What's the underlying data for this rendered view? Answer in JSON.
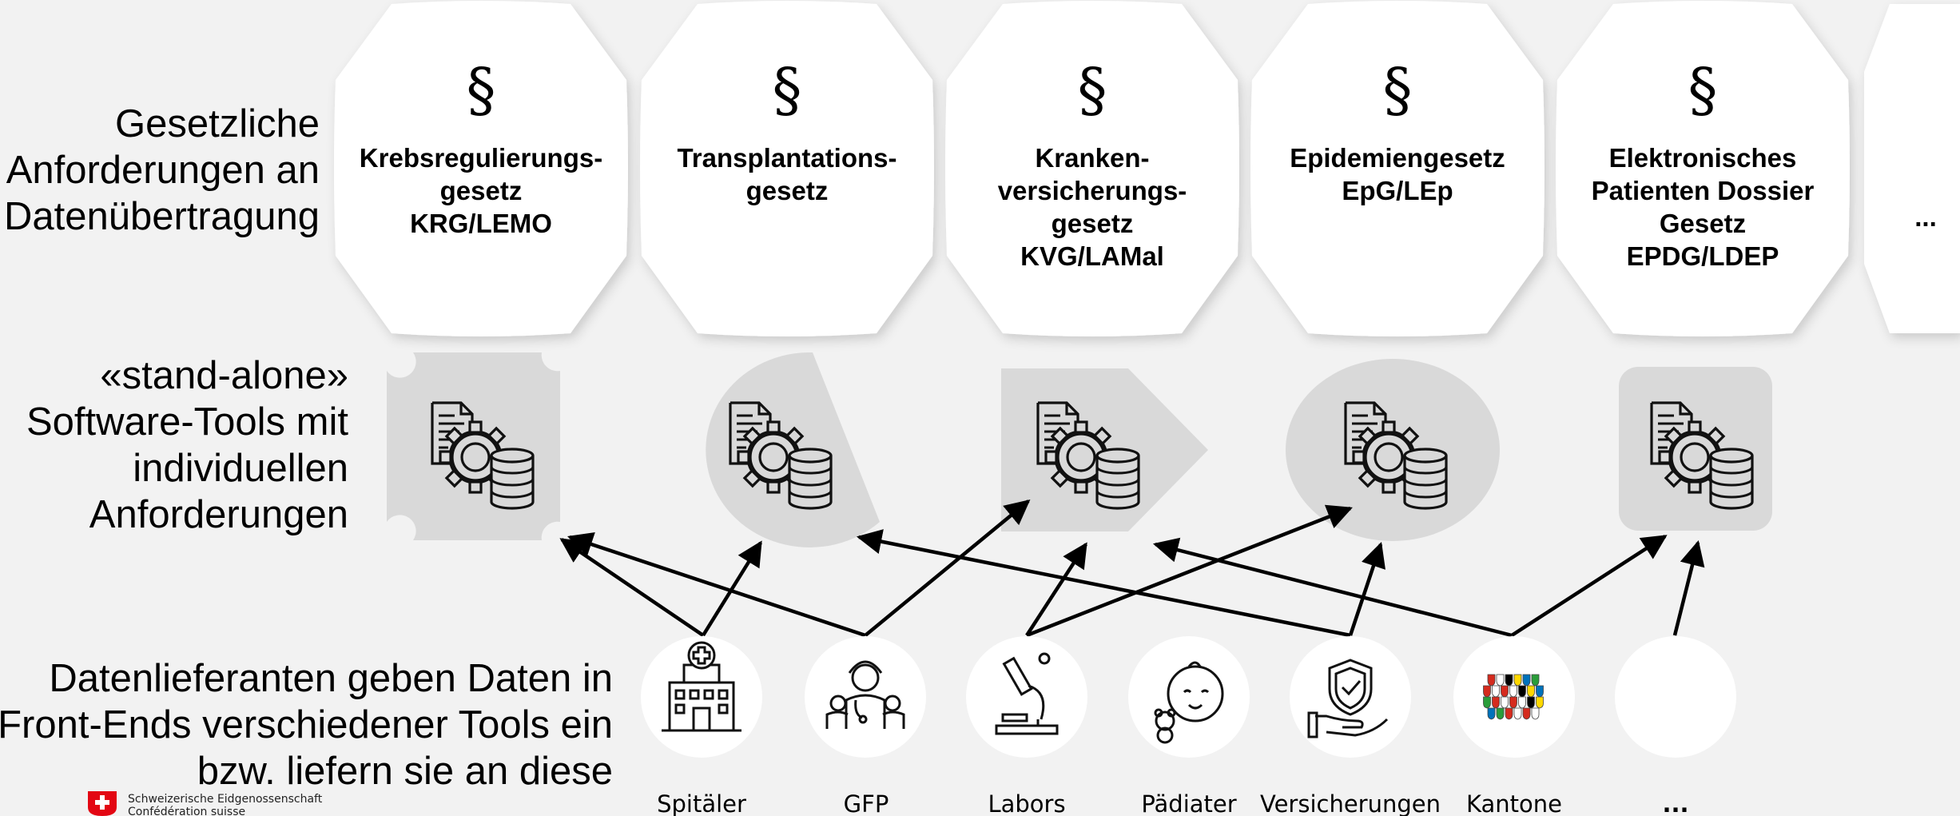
{
  "row_labels": {
    "laws": [
      "Gesetzliche",
      "Anforderungen an",
      "Datenübertragung"
    ],
    "tools": [
      "«stand-alone»",
      "Software-Tools mit",
      "individuellen",
      "Anforderungen"
    ],
    "providers": [
      "Datenlieferanten geben Daten in",
      "Front-Ends verschiedener Tools ein",
      "bzw. liefern sie an diese"
    ]
  },
  "laws": [
    {
      "symbol": "§",
      "lines": [
        "Krebsregulierungs-",
        "gesetz",
        "KRG/LEMO"
      ]
    },
    {
      "symbol": "§",
      "lines": [
        "Transplantations-",
        "gesetz"
      ]
    },
    {
      "symbol": "§",
      "lines": [
        "Kranken-",
        "versicherungs-",
        "gesetz",
        "KVG/LAMal"
      ]
    },
    {
      "symbol": "§",
      "lines": [
        "Epidemiengesetz",
        "EpG/LEp"
      ]
    },
    {
      "symbol": "§",
      "lines": [
        "Elektronisches",
        "Patienten Dossier",
        "Gesetz",
        "EPDG/LDEP"
      ]
    },
    {
      "symbol": "",
      "lines": [
        "..."
      ]
    }
  ],
  "tools": [
    {
      "shape": "notched-rectangle",
      "icon": "document-gear-database-icon"
    },
    {
      "shape": "snipped-circle",
      "icon": "document-gear-database-icon"
    },
    {
      "shape": "pentagon-arrow",
      "icon": "document-gear-database-icon"
    },
    {
      "shape": "ellipse",
      "icon": "document-gear-database-icon"
    },
    {
      "shape": "rounded-rectangle",
      "icon": "document-gear-database-icon"
    }
  ],
  "providers": [
    {
      "label": "Spitäler",
      "icon": "hospital-icon"
    },
    {
      "label": "GFP",
      "icon": "healthcare-workers-icon"
    },
    {
      "label": "Labors",
      "icon": "microscope-icon"
    },
    {
      "label": "Pädiater",
      "icon": "baby-icon"
    },
    {
      "label": "Versicherungen",
      "icon": "insurance-shield-hand-icon"
    },
    {
      "label": "Kantone",
      "icon": "canton-coats-of-arms-icon"
    },
    {
      "label": "...",
      "icon": ""
    }
  ],
  "logo": {
    "line1": "Schweizerische Eidgenossenschaft",
    "line2": "Confédération suisse"
  },
  "colors": {
    "background": "#f2f2f2",
    "hexagon": "#ffffff",
    "tool_shape": "#d9d9d9",
    "arrow": "#000000",
    "logo_red": "#e30613"
  }
}
